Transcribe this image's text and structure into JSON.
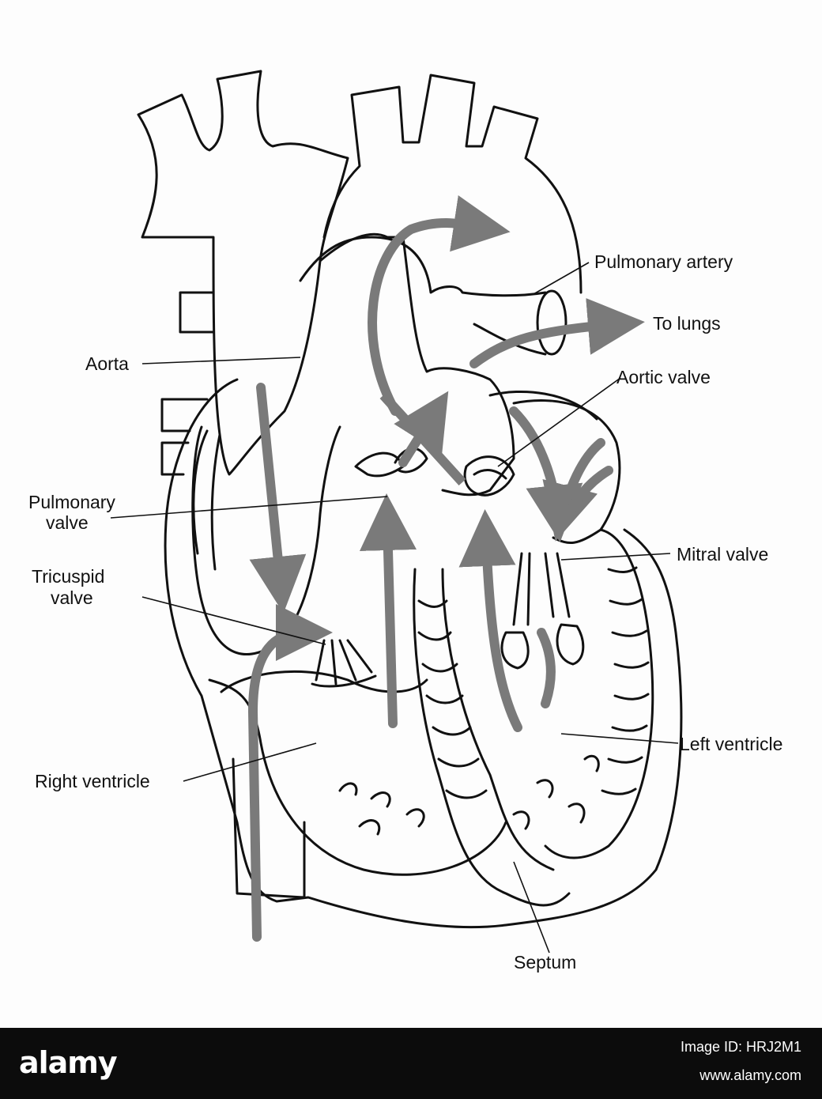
{
  "labels": {
    "pulmonary_artery": "Pulmonary artery",
    "to_lungs": "To lungs",
    "aorta": "Aorta",
    "aortic_valve": "Aortic valve",
    "pulmonary_valve_1": "Pulmonary",
    "pulmonary_valve_2": "valve",
    "mitral_valve": "Mitral valve",
    "tricuspid_valve_1": "Tricuspid",
    "tricuspid_valve_2": "valve",
    "left_ventricle": "Left ventricle",
    "right_ventricle": "Right ventricle",
    "septum": "Septum"
  },
  "watermark": {
    "logo": "alamy",
    "image_id": "Image ID: HRJ2M1",
    "url": "www.alamy.com"
  },
  "colors": {
    "outline": "#111111",
    "blood_flow_arrow": "#7a7a7a",
    "background": "#fdfdfd",
    "footer": "#0c0c0c"
  }
}
